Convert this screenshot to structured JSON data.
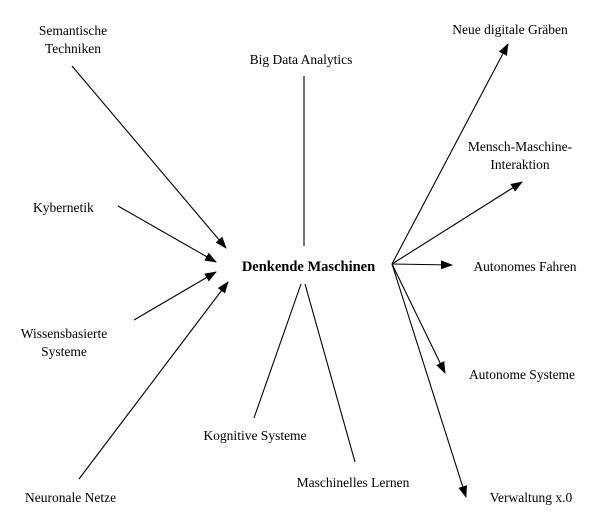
{
  "center": {
    "label": "Denkende Maschinen"
  },
  "nodes": [
    {
      "id": "semantische-techniken",
      "lines": [
        "Semantische",
        "Techniken"
      ]
    },
    {
      "id": "kybernetik",
      "lines": [
        "Kybernetik"
      ]
    },
    {
      "id": "wissensbasierte-systeme",
      "lines": [
        "Wissensbasierte",
        "Systeme"
      ]
    },
    {
      "id": "neuronale-netze",
      "lines": [
        "Neuronale Netze"
      ]
    },
    {
      "id": "big-data-analytics",
      "lines": [
        "Big Data Analytics"
      ]
    },
    {
      "id": "kognitive-systeme",
      "lines": [
        "Kognitive Systeme"
      ]
    },
    {
      "id": "maschinelles-lernen",
      "lines": [
        "Maschinelles Lernen"
      ]
    },
    {
      "id": "neue-digitale-graeben",
      "lines": [
        "Neue digitale Gräben"
      ]
    },
    {
      "id": "mensch-maschine-interaktion",
      "lines": [
        "Mensch-Maschine-",
        "Interaktion"
      ]
    },
    {
      "id": "autonomes-fahren",
      "lines": [
        "Autonomes Fahren"
      ]
    },
    {
      "id": "autonome-systeme",
      "lines": [
        "Autonome Systeme"
      ]
    },
    {
      "id": "verwaltung",
      "lines": [
        "Verwaltung x.0"
      ]
    }
  ],
  "colors": {
    "line": "#000000",
    "text": "#000000",
    "background": "#ffffff"
  }
}
